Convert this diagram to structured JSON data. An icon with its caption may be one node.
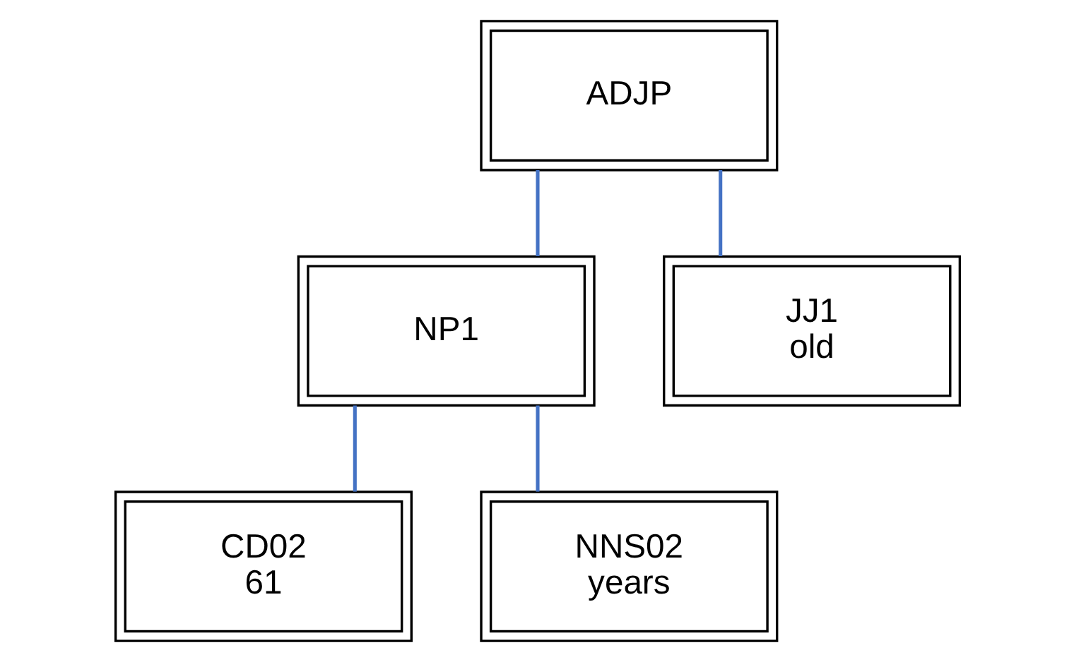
{
  "diagram": {
    "nodes": [
      {
        "text": [
          "ADJP"
        ]
      },
      {
        "text": [
          "NP1"
        ]
      },
      {
        "text": [
          "CD02",
          "61"
        ]
      },
      {
        "text": [
          "NNS02",
          "years"
        ]
      },
      {
        "text": [
          "JJ1",
          "old"
        ]
      }
    ],
    "edges": [
      {
        "from": 0,
        "to": 1,
        "arrow": "none"
      },
      {
        "from": 0,
        "to": 4,
        "arrow": "none"
      },
      {
        "from": 1,
        "to": 2,
        "arrow": "none"
      },
      {
        "from": 1,
        "to": 3,
        "arrow": "none"
      }
    ]
  }
}
